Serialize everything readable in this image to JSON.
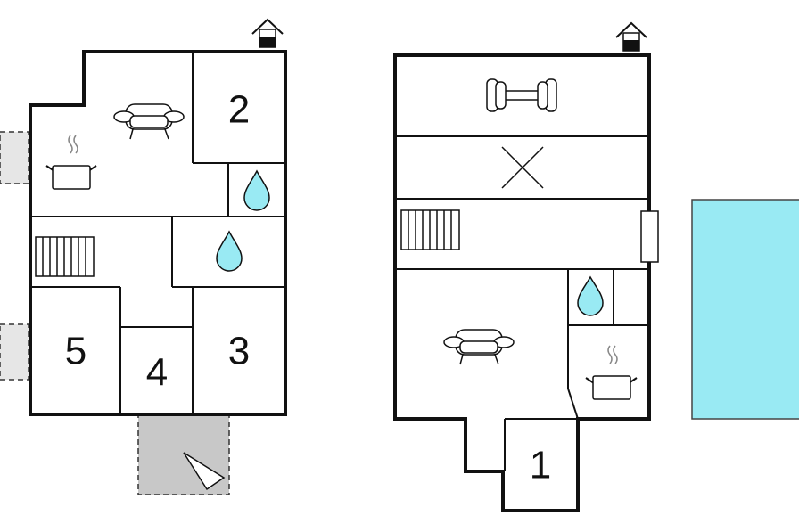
{
  "floorplan": {
    "left_floor": {
      "rooms": [
        {
          "id": "room-2",
          "label": "2"
        },
        {
          "id": "room-5",
          "label": "5"
        },
        {
          "id": "room-4",
          "label": "4"
        },
        {
          "id": "room-3",
          "label": "3"
        }
      ],
      "icons": [
        "entrance-icon",
        "sofa-icon",
        "kitchen-icon",
        "bathroom-icon",
        "bathroom-icon",
        "stairs-icon",
        "terrace",
        "window-bay",
        "compass-pointer"
      ]
    },
    "right_floor": {
      "rooms": [
        {
          "id": "room-1",
          "label": "1"
        }
      ],
      "icons": [
        "entrance-icon",
        "gym-dumbbell-icon",
        "void-cross-icon",
        "stairs-icon",
        "bathroom-icon",
        "sofa-icon",
        "kitchen-icon",
        "balcony-door"
      ]
    },
    "pool": {
      "present": true
    },
    "colors": {
      "water": "#99eaf3",
      "terrace": "#c8c8c8",
      "window_bay": "#e6e6e6",
      "wall": "#111111"
    }
  }
}
